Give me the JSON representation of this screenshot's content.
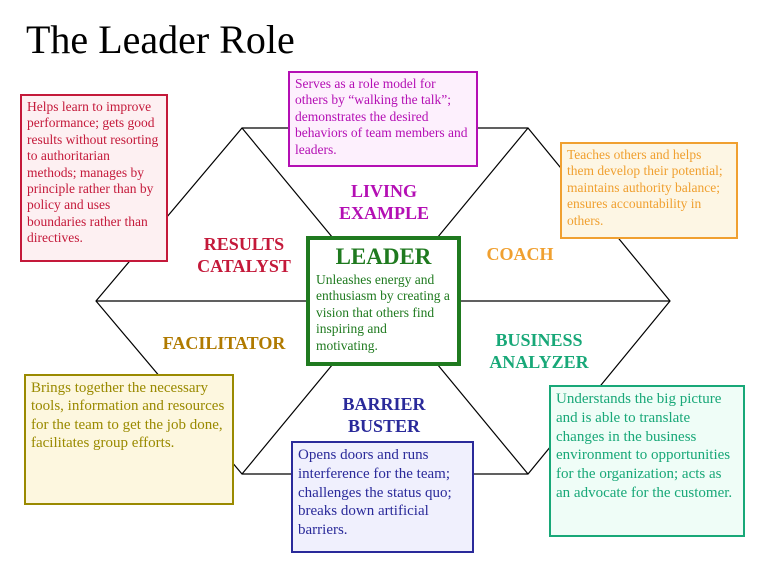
{
  "title": "The Leader Role",
  "colors": {
    "red": "#c4193a",
    "magenta": "#b40fb4",
    "orange": "#f0a030",
    "olive": "#9a8a00",
    "blue": "#2a2a9a",
    "teal": "#18a878",
    "green": "#1f7a1f",
    "gold": "#b07a00"
  },
  "center": {
    "label": "LEADER",
    "description": "Unleashes energy and enthusiasm by creating a vision that others find inspiring and motivating."
  },
  "roles": {
    "living_example": {
      "line1": "LIVING",
      "line2": "EXAMPLE"
    },
    "results_catalyst": {
      "line1": "RESULTS",
      "line2": "CATALYST"
    },
    "coach": {
      "line1": "COACH"
    },
    "facilitator": {
      "line1": "FACILITATOR"
    },
    "business_analyzer": {
      "line1": "BUSINESS",
      "line2": "ANALYZER"
    },
    "barrier_buster": {
      "line1": "BARRIER",
      "line2": "BUSTER"
    }
  },
  "descriptions": {
    "living_example": "Serves as a role model for others by “walking the talk”; demonstrates the desired behaviors of team members and leaders.",
    "results_catalyst": "Helps learn to improve performance; gets good results without resorting to authoritarian methods; manages by principle rather than by policy and uses boundaries rather than directives.",
    "coach": "Teaches others and helps them develop their potential; maintains authority balance; ensures accountability in others.",
    "facilitator": "Brings together the necessary tools, information and resources for the team to get the job done, facilitates group efforts.",
    "business_analyzer": "Understands the big picture and is able to translate changes in the business environment to opportunities for the organization; acts as an advocate for the customer.",
    "barrier_buster": "Opens doors and runs interference for the team; challenges the status quo; breaks down artificial barriers."
  }
}
